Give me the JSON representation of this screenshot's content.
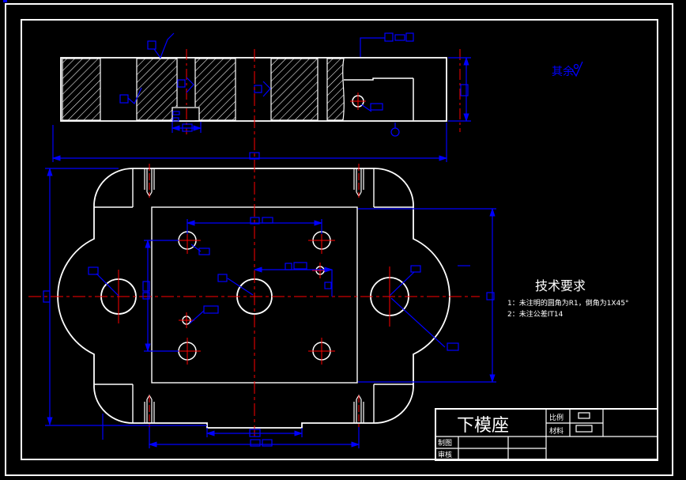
{
  "colors": {
    "background": "#000000",
    "outline": "#ffffff",
    "dimension": "#0000ff",
    "centerline": "#ff0000"
  },
  "annotations": {
    "surface_note": "其余",
    "tech_title": "技术要求",
    "tech_items": [
      "1：未注明的圆角为R1，倒角为1X45°",
      "2：未注公差IT14"
    ]
  },
  "title_block": {
    "part_name": "下模座",
    "scale_label": "比例",
    "material_label": "材料",
    "drawn_label": "制图",
    "checked_label": "审核"
  }
}
